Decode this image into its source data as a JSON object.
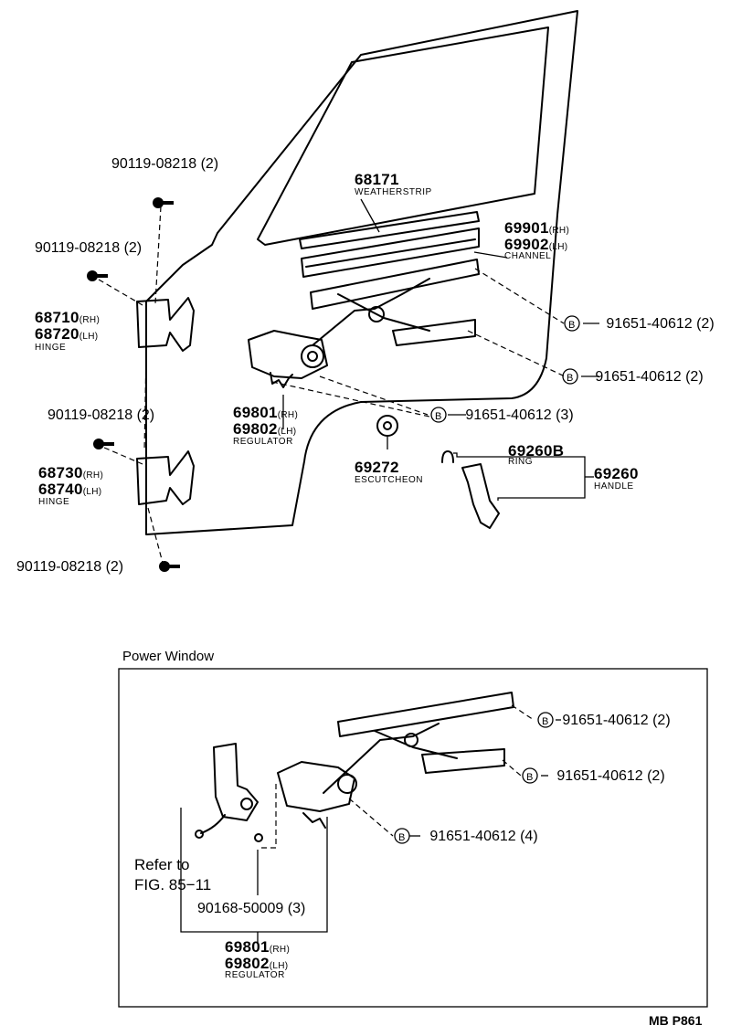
{
  "top": {
    "bolt_upper_top": "90119-08218 (2)",
    "bolt_upper_mid": "90119-08218 (2)",
    "bolt_lower_mid": "90119-08218 (2)",
    "bolt_lower_bottom": "90119-08218 (2)",
    "weatherstrip": {
      "part": "68171",
      "name": "WEATHERSTRIP"
    },
    "channel": {
      "rh": "69901",
      "lh": "69902",
      "rh_tag": "(RH)",
      "lh_tag": "(LH)",
      "name": "CHANNEL"
    },
    "upper_hinge": {
      "rh": "68710",
      "lh": "68720",
      "rh_tag": "(RH)",
      "lh_tag": "(LH)",
      "name": "HINGE"
    },
    "lower_hinge": {
      "rh": "68730",
      "lh": "68740",
      "rh_tag": "(RH)",
      "lh_tag": "(LH)",
      "name": "HINGE"
    },
    "regulator": {
      "rh": "69801",
      "lh": "69802",
      "rh_tag": "(RH)",
      "lh_tag": "(LH)",
      "name": "REGULATOR"
    },
    "escutcheon": {
      "part": "69272",
      "name": "ESCUTCHEON"
    },
    "ring": {
      "part": "69260B",
      "name": "RING"
    },
    "handle": {
      "part": "69260",
      "name": "HANDLE"
    },
    "callouts": [
      {
        "marker": "B",
        "text": "91651-40612 (2)"
      },
      {
        "marker": "B",
        "text": "91651-40612 (2)"
      },
      {
        "marker": "B",
        "text": "91651-40612 (3)"
      }
    ]
  },
  "power_window": {
    "title": "Power Window",
    "callouts": [
      {
        "marker": "B",
        "text": "91651-40612 (2)"
      },
      {
        "marker": "B",
        "text": "91651-40612 (2)"
      },
      {
        "marker": "B",
        "text": "91651-40612 (4)"
      }
    ],
    "refer_line1": "Refer to",
    "refer_line2": "FIG. 85−11",
    "bolt": "90168-50009 (3)",
    "regulator": {
      "rh": "69801",
      "lh": "69802",
      "rh_tag": "(RH)",
      "lh_tag": "(LH)",
      "name": "REGULATOR"
    }
  },
  "footer_code": "MB P861"
}
